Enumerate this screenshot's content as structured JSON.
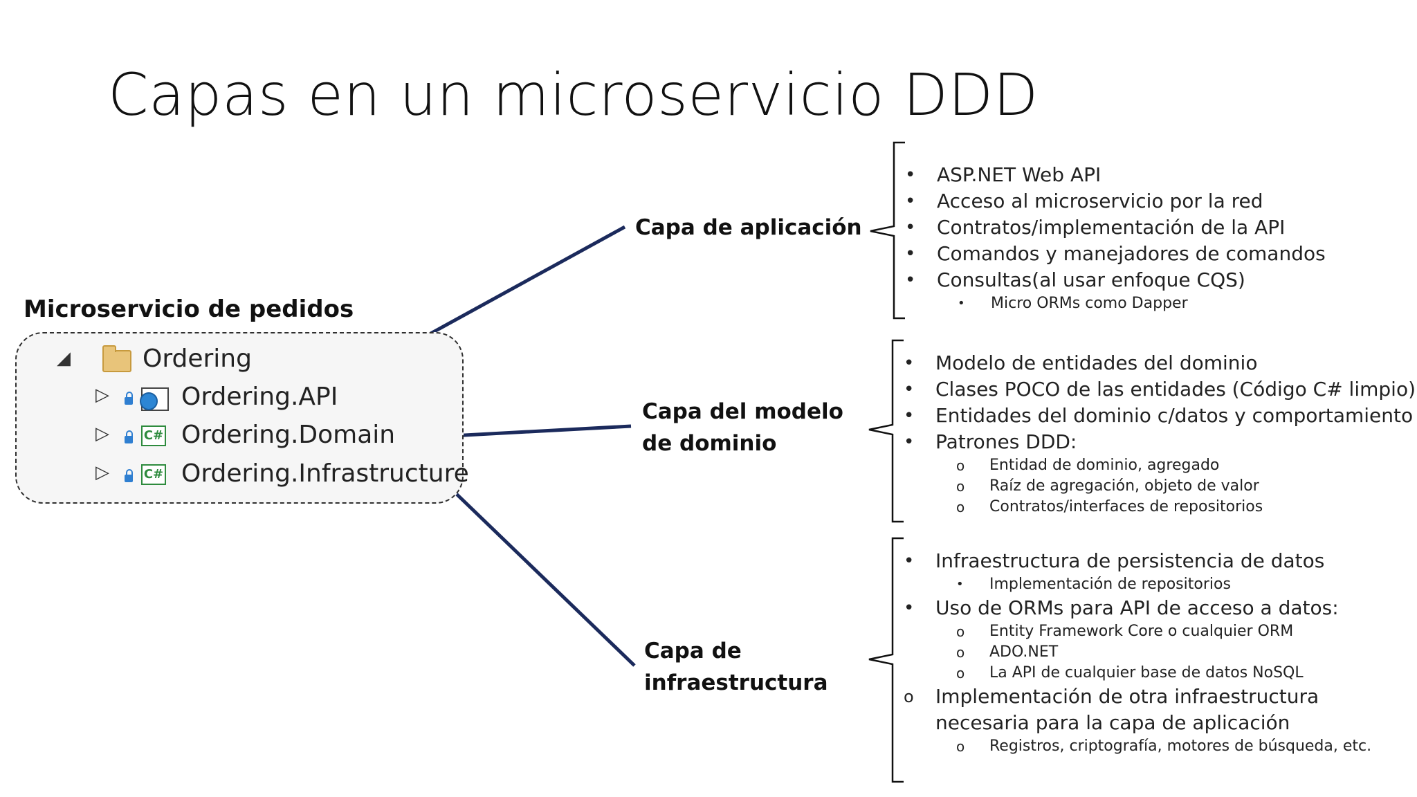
{
  "title": "Capas en un microservicio DDD",
  "panel": {
    "title": "Microservicio de pedidos",
    "root": "Ordering",
    "projects": [
      "Ordering.API",
      "Ordering.Domain",
      "Ordering.Infrastructure"
    ],
    "csharp_badge": "C#"
  },
  "layers": {
    "application": {
      "label_lines": [
        "Capa de aplicación"
      ],
      "items": [
        {
          "level": 1,
          "marker": "•",
          "text": "ASP.NET Web API"
        },
        {
          "level": 1,
          "marker": "•",
          "text": "Acceso al microservicio por la red"
        },
        {
          "level": 1,
          "marker": "•",
          "text": "Contratos/implementación de la API"
        },
        {
          "level": 1,
          "marker": "•",
          "text": "Comandos y manejadores de comandos"
        },
        {
          "level": 1,
          "marker": "•",
          "text": "Consultas(al usar enfoque CQS)"
        },
        {
          "level": 2,
          "marker": "•",
          "text": "Micro ORMs como Dapper"
        }
      ]
    },
    "domain": {
      "label_lines": [
        "Capa del modelo",
        "de dominio"
      ],
      "items": [
        {
          "level": 1,
          "marker": "•",
          "text": "Modelo de entidades del dominio"
        },
        {
          "level": 1,
          "marker": "•",
          "text": "Clases POCO de las entidades (Código C# limpio)"
        },
        {
          "level": 1,
          "marker": "•",
          "text": "Entidades del dominio c/datos y comportamiento"
        },
        {
          "level": 1,
          "marker": "•",
          "text": "Patrones DDD:"
        },
        {
          "level": 2,
          "marker": "o",
          "text": "Entidad de dominio, agregado"
        },
        {
          "level": 2,
          "marker": "o",
          "text": "Raíz de agregación, objeto de valor"
        },
        {
          "level": 2,
          "marker": "o",
          "text": "Contratos/interfaces de repositorios"
        }
      ]
    },
    "infrastructure": {
      "label_lines": [
        "Capa de",
        "infraestructura"
      ],
      "items": [
        {
          "level": 1,
          "marker": "•",
          "text": "Infraestructura de persistencia de datos"
        },
        {
          "level": 2,
          "marker": "•",
          "text": "Implementación de repositorios"
        },
        {
          "level": 1,
          "marker": "•",
          "text": "Uso de ORMs para API de acceso a datos:"
        },
        {
          "level": 2,
          "marker": "o",
          "text": "Entity Framework Core o cualquier ORM"
        },
        {
          "level": 2,
          "marker": "o",
          "text": "ADO.NET"
        },
        {
          "level": 2,
          "marker": "o",
          "text": "La API de cualquier base de datos NoSQL"
        },
        {
          "level": 1,
          "marker": "o",
          "text": "Implementación de otra infraestructura"
        },
        {
          "level": 1,
          "marker": "",
          "text": "necesaria para la capa de aplicación"
        },
        {
          "level": 2,
          "marker": "o",
          "text": "Registros, criptografía, motores de búsqueda, etc."
        }
      ]
    }
  },
  "colors": {
    "arrow": "#1b2a5c",
    "brace": "#111111"
  }
}
